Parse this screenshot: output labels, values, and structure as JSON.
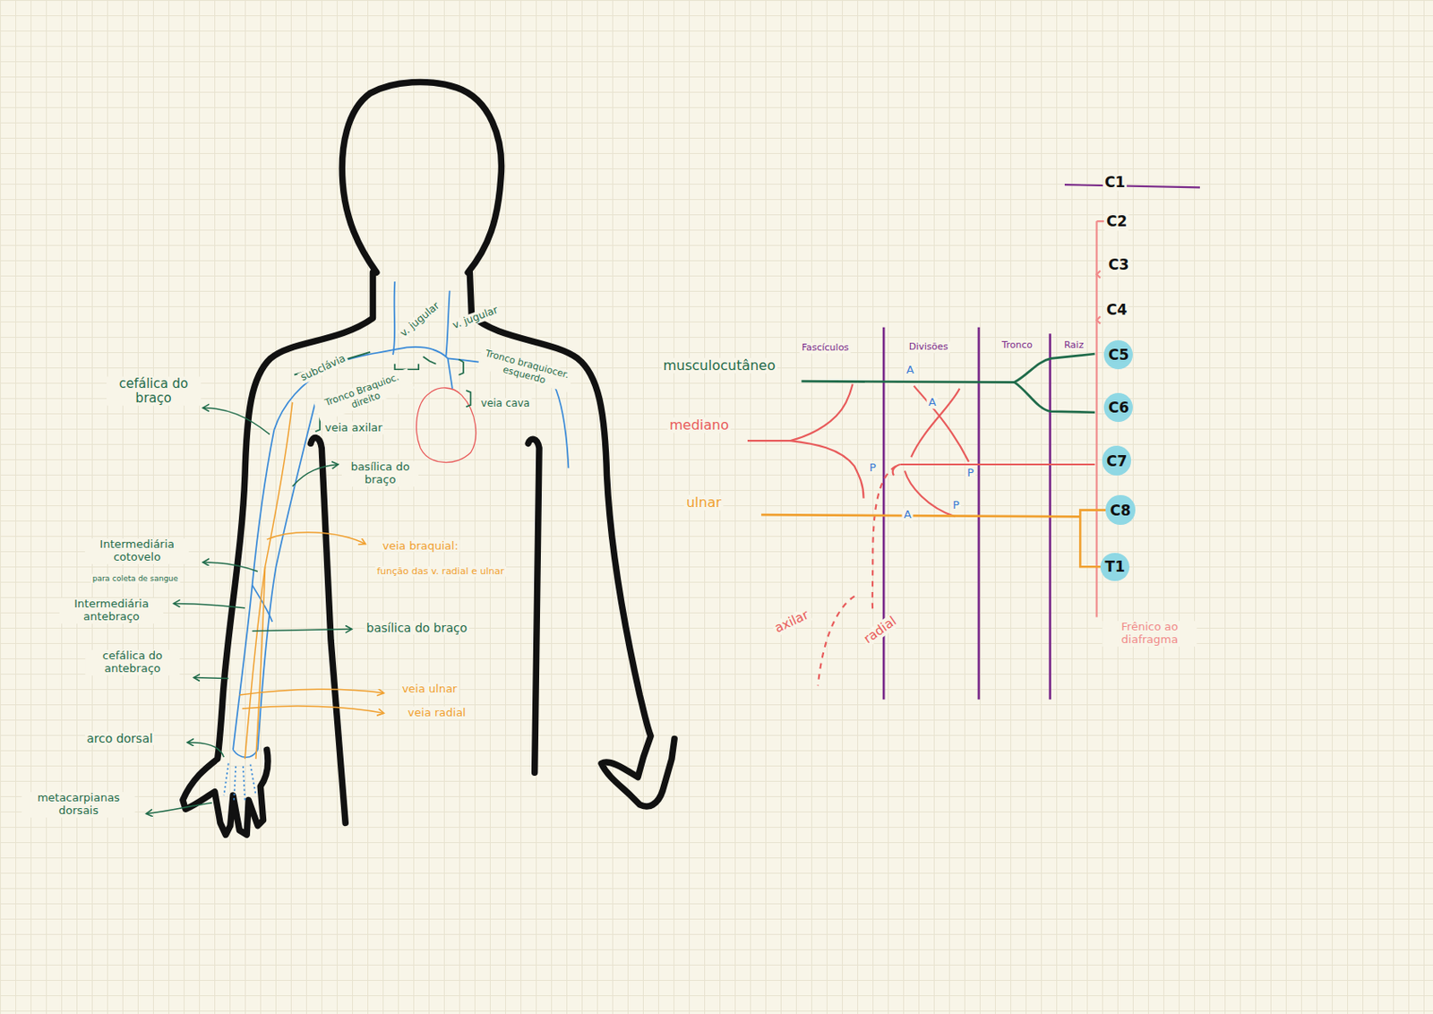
{
  "diagram": {
    "nodes": [
      {
        "text": [
          "C5"
        ]
      },
      {
        "text": [
          "C6"
        ]
      },
      {
        "text": [
          "C7"
        ]
      },
      {
        "text": [
          "C8"
        ]
      },
      {
        "text": [
          "T1"
        ]
      }
    ],
    "edges": [
      {
        "from": 3,
        "to": 4,
        "arrow": "none"
      }
    ],
    "labels": [
      "cefálica do braço",
      "v. jugular",
      "v. jugular",
      "subclávia",
      "Tronco Braquioc. direito",
      "Tronco braquiocer. esquerdo",
      "veia cava",
      "veia axilar",
      "basílica do braço",
      "veia braquial:",
      "função das v. radial e ulnar",
      "Intermediária cotovelo",
      "para coleta de sangue",
      "Intermediária antebraço",
      "basílica do braço",
      "cefálica do antebraço",
      "veia ulnar",
      "veia radial",
      "arco dorsal",
      "metacarpianas dorsais",
      "C1",
      "C2",
      "C3",
      "C4",
      "Fascículos",
      "Divisões",
      "Tronco",
      "Raiz",
      "musculocutâneo",
      "mediano",
      "ulnar",
      "A",
      "A",
      "P",
      "P",
      "A",
      "P",
      "axilar",
      "radial",
      "Frênico ao diafragma"
    ]
  }
}
